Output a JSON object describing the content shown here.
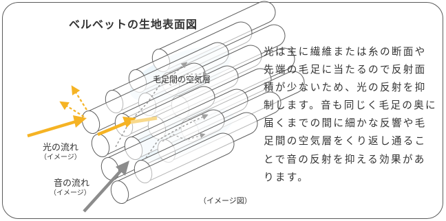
{
  "title": "ベルベットの生地表面図",
  "description": "光は主に繊維または糸の断面や先端の毛足に当たるので反射面積が少ないため、光の反射を抑制します。音も同じく毛足の奥に届くまでの間に細かな反響や毛足間の空気層をくり返し通ることで音の反射を抑える効果があります。",
  "labels": {
    "air_layer": "毛足間の空気層",
    "light_flow": "光の流れ",
    "light_flow_sub": "（イメージ）",
    "sound_flow": "音の流れ",
    "sound_flow_sub": "（イメージ）",
    "caption": "（イメージ図）"
  },
  "colors": {
    "light_arrow": "#F5B324",
    "sound_arrow": "#8C8C8C",
    "air_layer": "#D3E8F5",
    "fiber_stroke": "#5E5E5E",
    "frame": "#5A5A5A"
  },
  "icons": {
    "light": "light-arrow-icon",
    "sound": "sound-arrow-icon"
  }
}
